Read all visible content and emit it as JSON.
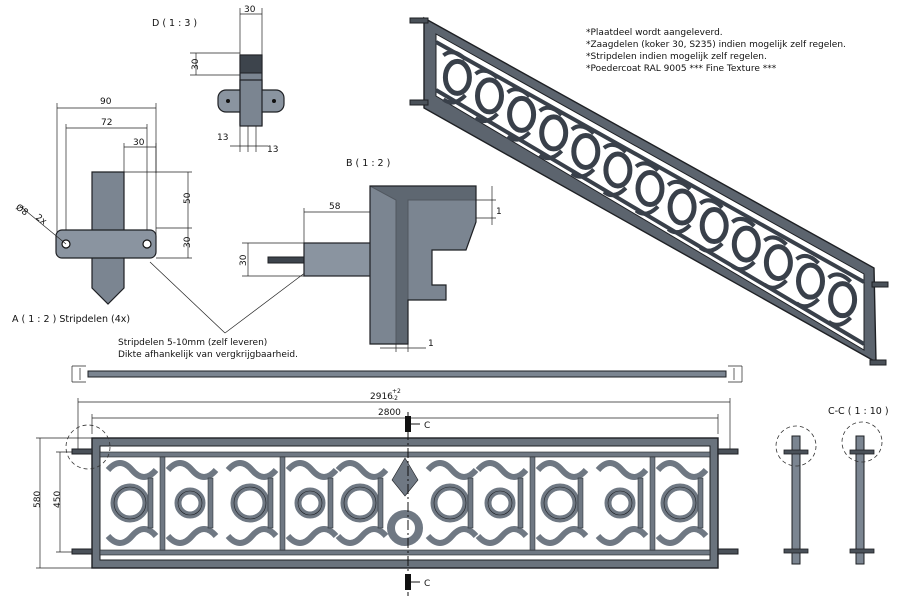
{
  "notes": [
    "*Plaatdeel wordt aangeleverd.",
    "*Zaagdelen (koker 30, S235) indien mogelijk zelf regelen.",
    "*Stripdelen indien mogelijk zelf regelen.",
    "*Poedercoat RAL 9005 *** Fine Texture ***"
  ],
  "views": {
    "detail_d": "D ( 1 : 3 )",
    "detail_b": "B ( 1 : 2 )",
    "detail_a": "A ( 1 : 2 ) Stripdelen (4x)",
    "section_cc": "C-C ( 1 : 10 )"
  },
  "strip_note": {
    "line1": "Stripdelen 5-10mm (zelf leveren)",
    "line2": "Dikte afhankelijk van vergkrijgbaarheid."
  },
  "dims_a": {
    "d90": "90",
    "d72": "72",
    "d30a": "30",
    "d50": "50",
    "d30b": "30",
    "hole": "Ø8",
    "qty": "2x"
  },
  "dims_d": {
    "d30w": "30",
    "d30h": "30",
    "d13a": "13",
    "d13b": "13"
  },
  "dims_b": {
    "d58": "58",
    "d30": "30",
    "d1a": "1",
    "d1b": "1"
  },
  "dims_front": {
    "overall": "2916",
    "tol_plus": "+2",
    "tol_minus": "-2",
    "inner": "2800",
    "h580": "580",
    "h450": "450",
    "sec": "C"
  },
  "colors": {
    "steel": "#7b8591",
    "steel_light": "#8a94a0",
    "outline": "#1e2024"
  }
}
